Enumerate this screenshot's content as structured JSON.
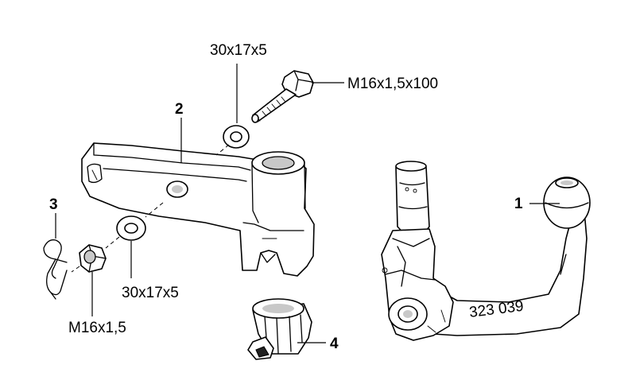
{
  "callouts": {
    "part_1": "1",
    "part_2": "2",
    "part_3": "3",
    "part_4": "4"
  },
  "labels": {
    "bolt": "M16x1,5x100",
    "washer_top": "30x17x5",
    "washer_bottom": "30x17x5",
    "nut": "M16x1,5",
    "tow_bar_marking": "323 039"
  }
}
